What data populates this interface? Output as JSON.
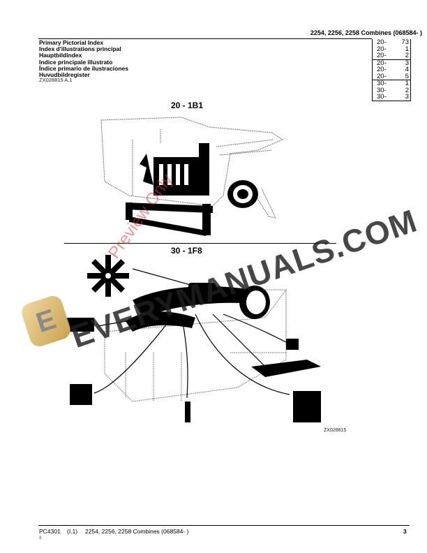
{
  "header": {
    "title": "2254, 2256, 2258 Combines (068584- )"
  },
  "index": {
    "titles": [
      "Primary Pictorial Index",
      "Index d'illustrations principal",
      "Hauptbildindex",
      "Indice principale illustrato",
      "Índice primario de ilustraciones",
      "Huvudbildregister"
    ],
    "ref": "ZX028815 A.1"
  },
  "page_table": {
    "groups": [
      [
        {
          "sec": "20-",
          "page": "73"
        },
        {
          "sec": "20-",
          "page": "1"
        },
        {
          "sec": "20-",
          "page": "2"
        }
      ],
      [
        {
          "sec": "20-",
          "page": "3"
        },
        {
          "sec": "20-",
          "page": "4"
        },
        {
          "sec": "20-",
          "page": "5"
        }
      ],
      [
        {
          "sec": "30-",
          "page": "1"
        },
        {
          "sec": "30-",
          "page": "2"
        },
        {
          "sec": "30-",
          "page": "3"
        }
      ]
    ]
  },
  "figures": {
    "top_label": "20 - 1B1",
    "bottom_label": "30 - 1F8",
    "image_ref": "ZX028815"
  },
  "watermark": {
    "main": "EVERYMANUALS.COM",
    "preview": "Preview Only",
    "logo_letter": "E",
    "logo_color": "#d9b66a",
    "preview_color": "#e63c3c"
  },
  "footer": {
    "code": "PC4301",
    "rev": "(I.1)",
    "title": "2254, 2256, 2258 Combines (068584- )",
    "page": "3",
    "sub": "II"
  }
}
